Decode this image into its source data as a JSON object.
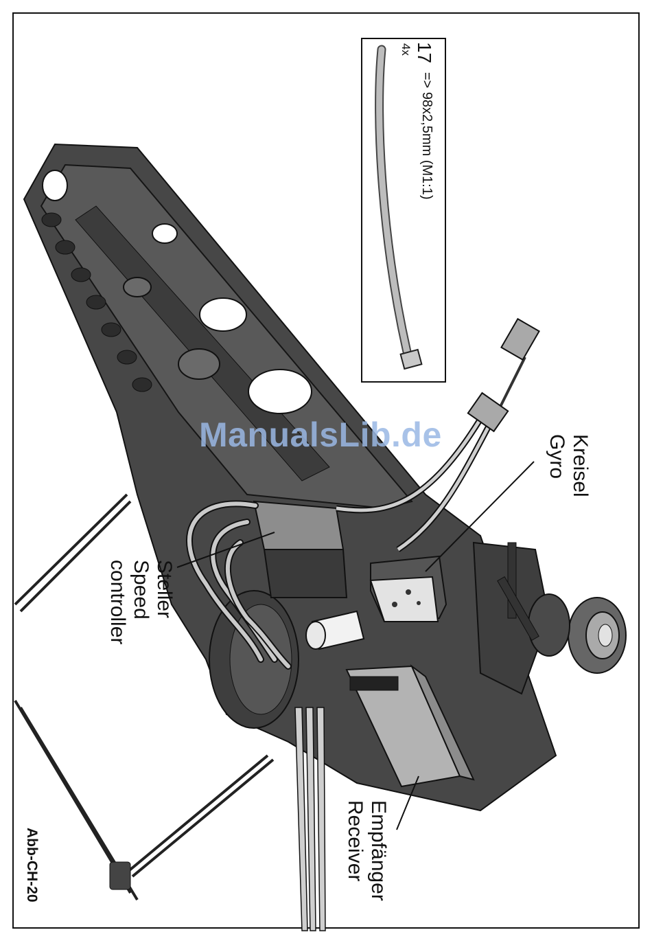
{
  "figure_id": "Abb-CH-20",
  "watermark": "ManualsLib.de",
  "parts_box": {
    "part_number": "17",
    "quantity": "4x",
    "spec": "=> 98x2,5mm (M1:1)",
    "icon": "cable-tie-icon"
  },
  "callouts": {
    "gyro": {
      "de": "Kreisel",
      "en": "Gyro"
    },
    "speed_controller": {
      "de": "Steller",
      "en": "Speed",
      "en2": "controller"
    },
    "receiver": {
      "de": "Empfänger",
      "en": "Receiver"
    }
  },
  "colors": {
    "frame_dark": "#3a3a3a",
    "frame_mid": "#5a5a5a",
    "frame_light": "#7c7c7c",
    "cable": "#b8b8b8"
  }
}
